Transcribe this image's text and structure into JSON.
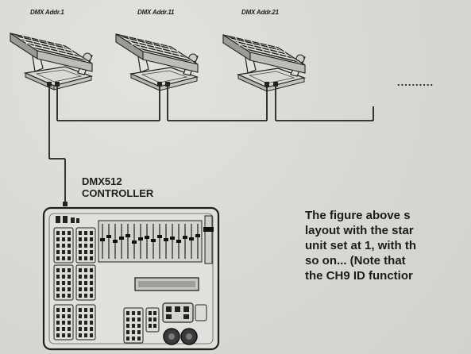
{
  "fixtures": [
    {
      "label": "DMX Addr.1"
    },
    {
      "label": "DMX Addr.11"
    },
    {
      "label": "DMX Addr.21"
    }
  ],
  "continuation": "..........",
  "controller": {
    "line1": "DMX512",
    "line2": "CONTROLLER"
  },
  "description": {
    "lines": [
      "The figure above s",
      "layout with the star",
      "unit set at 1, with th",
      "so on...  (Note that",
      "the CH9 ID functior"
    ]
  },
  "colors": {
    "ink": "#2a2a2a",
    "paper": "#dcdcd8"
  }
}
